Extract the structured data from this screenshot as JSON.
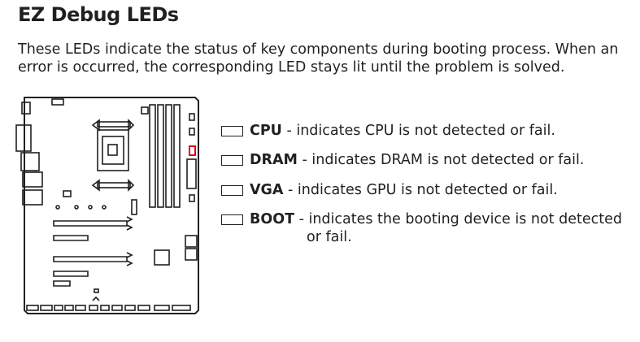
{
  "page": {
    "title": "EZ Debug LEDs",
    "intro_line1": "These LEDs indicate the status of key components during booting process. When an",
    "intro_line2": "error is occurred, the corresponding LED stays lit until the problem is solved."
  },
  "leds": [
    {
      "name": "CPU",
      "desc": " - indicates CPU is not detected or fail."
    },
    {
      "name": "DRAM",
      "desc": " - indicates DRAM is not detected or fail."
    },
    {
      "name": "VGA",
      "desc": " - indicates GPU is not detected or fail."
    },
    {
      "name": "BOOT",
      "desc": " - indicates the booting device is not detected",
      "desc_cont": "or fail."
    }
  ],
  "colors": {
    "text": "#231f20",
    "led_highlight": "#e30613"
  }
}
